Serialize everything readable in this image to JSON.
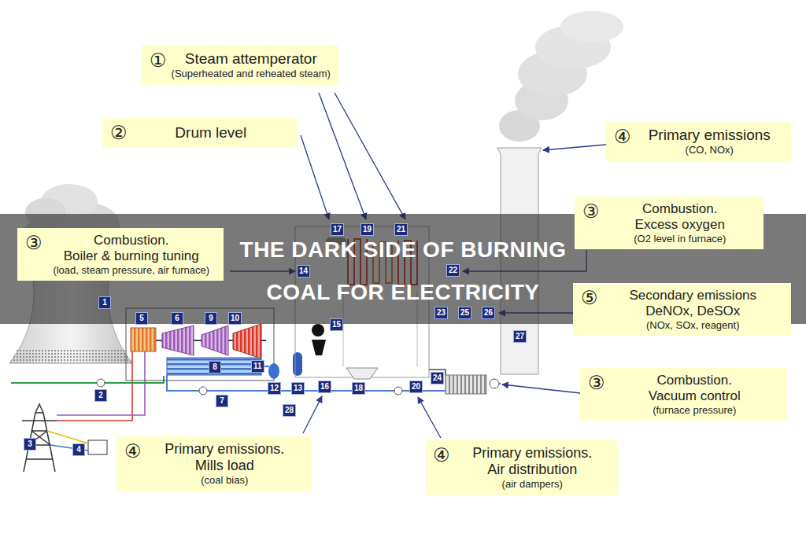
{
  "diagram": {
    "title": "THE DARK SIDE OF BURNING COAL FOR ELECTRICITY",
    "nodes": [
      {
        "text": [
          "①",
          "Steam attemperator",
          "(Superheated and reheated steam)"
        ]
      },
      {
        "text": [
          "②",
          "Drum level"
        ]
      },
      {
        "text": [
          "④",
          "Primary emissions",
          "(CO, NOx)"
        ]
      },
      {
        "text": [
          "③",
          "Combustion.",
          "Excess oxygen",
          "(O2 level in furnace)"
        ]
      },
      {
        "text": [
          "③",
          "Combustion.",
          "Boiler & burning tuning",
          "(load, steam pressure, air furnace)"
        ]
      },
      {
        "text": [
          "⑤",
          "Secondary emissions",
          "DeNOx, DeSOx",
          "(NOx, SOx, reagent)"
        ]
      },
      {
        "text": [
          "③",
          "Combustion.",
          "Vacuum control",
          "(furnace pressure)"
        ]
      },
      {
        "text": [
          "④",
          "Primary emissions.",
          "Mills load",
          "(coal bias)"
        ]
      },
      {
        "text": [
          "④",
          "Primary emissions.",
          "Air distribution",
          "(air dampers)"
        ]
      },
      {
        "text": [
          "1"
        ]
      },
      {
        "text": [
          "2"
        ]
      },
      {
        "text": [
          "3"
        ]
      },
      {
        "text": [
          "4"
        ]
      },
      {
        "text": [
          "5"
        ]
      },
      {
        "text": [
          "6"
        ]
      },
      {
        "text": [
          "7"
        ]
      },
      {
        "text": [
          "8"
        ]
      },
      {
        "text": [
          "9"
        ]
      },
      {
        "text": [
          "10"
        ]
      },
      {
        "text": [
          "11"
        ]
      },
      {
        "text": [
          "12"
        ]
      },
      {
        "text": [
          "13"
        ]
      },
      {
        "text": [
          "14"
        ]
      },
      {
        "text": [
          "15"
        ]
      },
      {
        "text": [
          "16"
        ]
      },
      {
        "text": [
          "17"
        ]
      },
      {
        "text": [
          "18"
        ]
      },
      {
        "text": [
          "19"
        ]
      },
      {
        "text": [
          "20"
        ]
      },
      {
        "text": [
          "21"
        ]
      },
      {
        "text": [
          "22"
        ]
      },
      {
        "text": [
          "23"
        ]
      },
      {
        "text": [
          "24"
        ]
      },
      {
        "text": [
          "25"
        ]
      },
      {
        "text": [
          "26"
        ]
      },
      {
        "text": [
          "27"
        ]
      },
      {
        "text": [
          "28"
        ]
      }
    ]
  }
}
